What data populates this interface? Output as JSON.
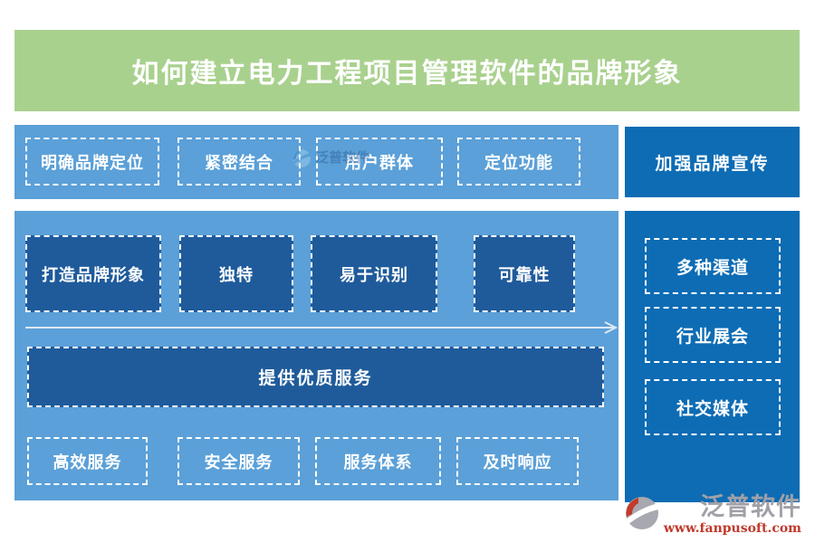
{
  "page": {
    "title": "如何建立电力工程项目管理软件的品牌形象"
  },
  "colors": {
    "title_bg": "#a9d18e",
    "panel_blue": "#5ba0d8",
    "box_navy": "#1f5b9b",
    "panel_azure": "#0d6cb4",
    "text_white": "#ffffff",
    "arrow": "#dfe9f4",
    "logo_gray": "#a0a0a8",
    "logo_red": "#c0392b"
  },
  "positioning_row": {
    "items": [
      "明确品牌定位",
      "紧密结合",
      "用户群体",
      "定位功能"
    ]
  },
  "promotion_panel": {
    "label": "加强品牌宣传"
  },
  "brand_panel": {
    "boxes": [
      "打造品牌形象",
      "独特",
      "易于识别",
      "可靠性"
    ],
    "banner": "提供优质服务",
    "services": [
      "高效服务",
      "安全服务",
      "服务体系",
      "及时响应"
    ]
  },
  "channel_panel": {
    "items": [
      "多种渠道",
      "行业展会",
      "社交媒体"
    ]
  },
  "watermark": {
    "text": "泛普软件"
  },
  "logo": {
    "name": "泛普软件",
    "url": "www.fanpusoft.com"
  }
}
